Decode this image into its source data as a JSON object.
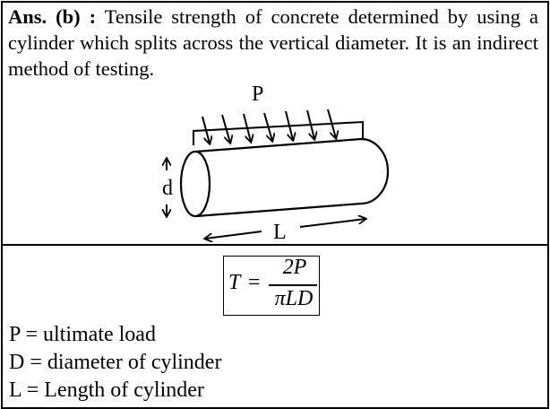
{
  "answer": {
    "label": "Ans. (b) :",
    "text": " Tensile strength of concrete determined by using a cylinder which splits across the vertical diameter. It is an indirect method of testing."
  },
  "figure": {
    "load_label": "P",
    "diameter_label": "d",
    "length_label": "L"
  },
  "formula": {
    "lhs": "T",
    "equals": "=",
    "numerator": "2P",
    "denominator": "πLD"
  },
  "definitions": [
    "P = ultimate load",
    "D = diameter of cylinder",
    "L = Length of cylinder"
  ]
}
